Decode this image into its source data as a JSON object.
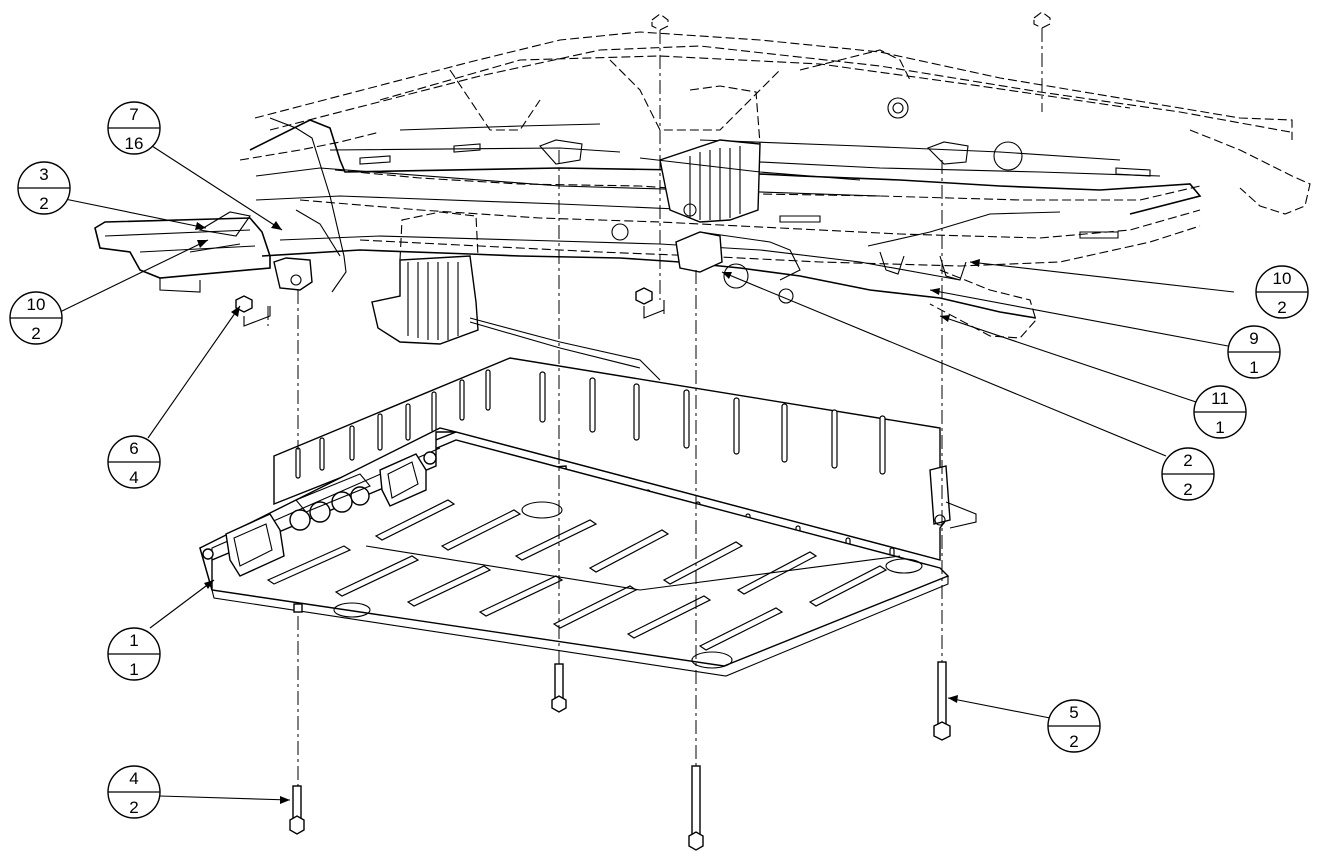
{
  "balloons": [
    {
      "id": "b-7-16",
      "item": "7",
      "qty": "16"
    },
    {
      "id": "b-3-2",
      "item": "3",
      "qty": "2"
    },
    {
      "id": "b-10-2-left",
      "item": "10",
      "qty": "2"
    },
    {
      "id": "b-6-4",
      "item": "6",
      "qty": "4"
    },
    {
      "id": "b-1-1",
      "item": "1",
      "qty": "1"
    },
    {
      "id": "b-4-2",
      "item": "4",
      "qty": "2"
    },
    {
      "id": "b-10-2-right",
      "item": "10",
      "qty": "2"
    },
    {
      "id": "b-9-1",
      "item": "9",
      "qty": "1"
    },
    {
      "id": "b-11-1",
      "item": "11",
      "qty": "1"
    },
    {
      "id": "b-2-2",
      "item": "2",
      "qty": "2"
    },
    {
      "id": "b-5-2",
      "item": "5",
      "qty": "2"
    }
  ]
}
